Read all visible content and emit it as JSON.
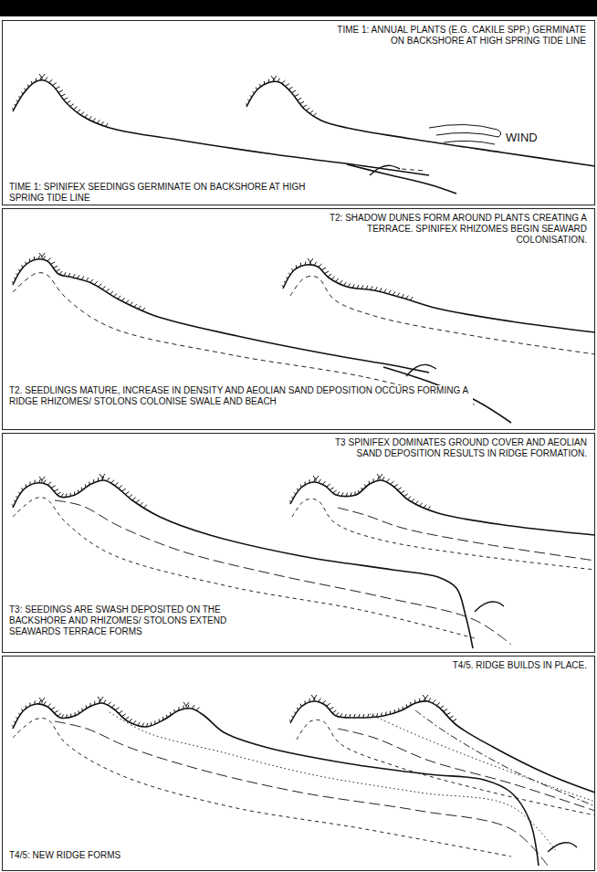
{
  "diagram": {
    "labels": [
      "TIME 1: ANNUAL PLANTS (E.G. CAKILE SPP.) GERMINATE ON BACKSHORE AT HIGH SPRING TIDE LINE",
      "WIND",
      "TIME 1: SPINIFEX SEEDINGS GERMINATE ON BACKSHORE AT HIGH SPRING TIDE LINE",
      "T2: SHADOW DUNES FORM AROUND PLANTS CREATING A TERRACE. SPINIFEX RHIZOMES BEGIN SEAWARD COLONISATION.",
      "T2. SEEDLINGS MATURE, INCREASE IN DENSITY AND AEOLIAN SAND DEPOSITION OCCURS FORMING A RIDGE RHIZOMES/ STOLONS COLONISE SWALE AND BEACH",
      "T3 SPINIFEX DOMINATES GROUND COVER AND AEOLIAN SAND DEPOSITION RESULTS IN RIDGE FORMATION.",
      "T3: SEEDINGS ARE SWASH DEPOSITED ON THE BACKSHORE AND RHIZOMES/ STOLONS EXTEND SEAWARDS TERRACE FORMS",
      "T4/5. RIDGE BUILDS IN PLACE.",
      "T4/5: NEW RIDGE FORMS"
    ]
  }
}
